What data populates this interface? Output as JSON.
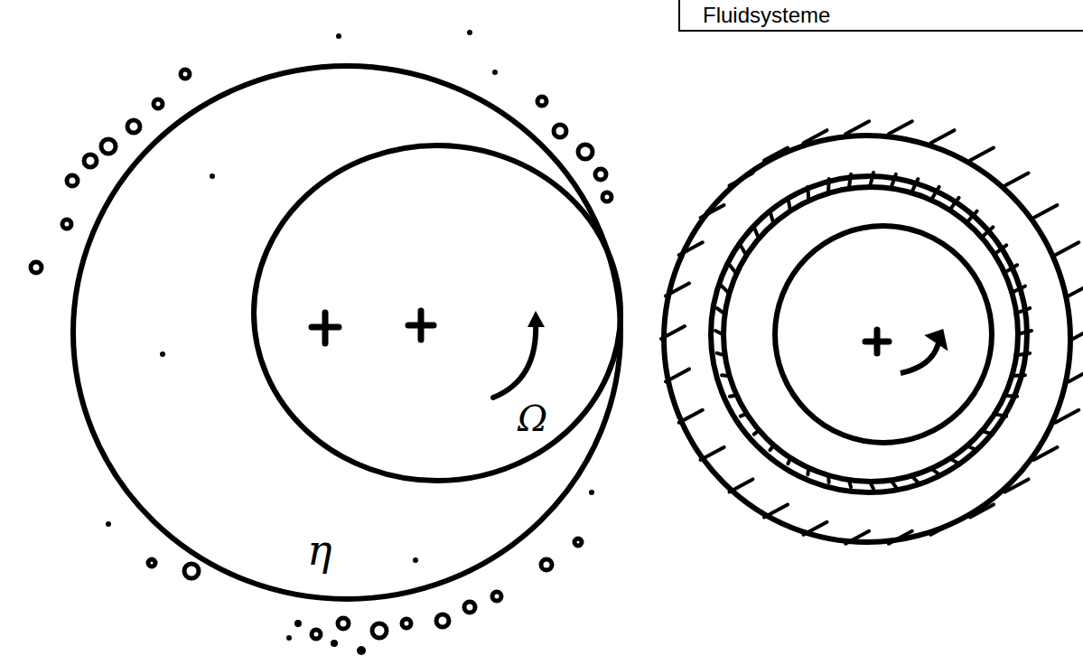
{
  "diagram": {
    "nodes": [
      {
        "text": [
          "η"
        ]
      },
      {
        "text": [
          "Ω"
        ],
        "in": 0
      }
    ],
    "labels": [
      "Fluidsysteme"
    ]
  }
}
